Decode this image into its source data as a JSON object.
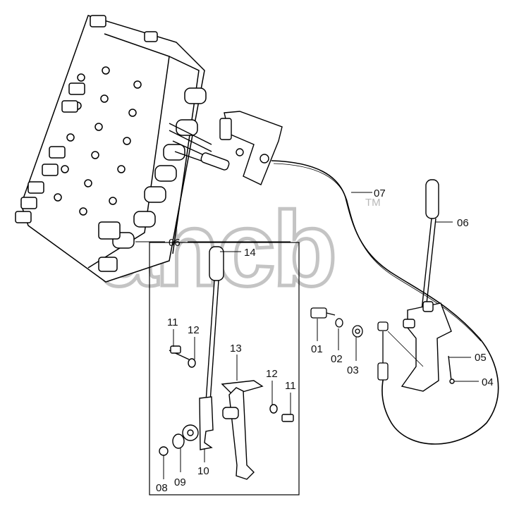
{
  "diagram": {
    "watermark": "ancb",
    "trademark": "TM",
    "callouts": {
      "c01": "01",
      "c02": "02",
      "c03": "03",
      "c04": "04",
      "c05": "05",
      "c06_right": "06",
      "c06_left": "06",
      "c07": "07",
      "c08": "08",
      "c09": "09",
      "c10": "10",
      "c11_left": "11",
      "c11_right": "11",
      "c12_left": "12",
      "c12_right": "12",
      "c13": "13",
      "c14": "14"
    }
  }
}
